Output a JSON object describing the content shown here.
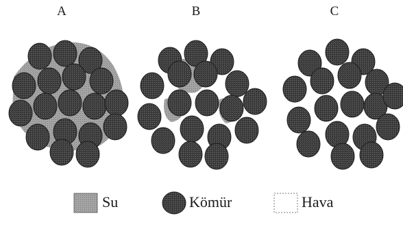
{
  "panels": [
    {
      "label": "A",
      "state": "su"
    },
    {
      "label": "B",
      "state": "su-hava"
    },
    {
      "label": "C",
      "state": "hava"
    }
  ],
  "legend": {
    "water": "Su",
    "coal": "Kömür",
    "air": "Hava"
  },
  "colors": {
    "coal": "#3a3a3a",
    "water": "#9a9a9a",
    "air": "#ffffff",
    "outline": "#222222"
  }
}
